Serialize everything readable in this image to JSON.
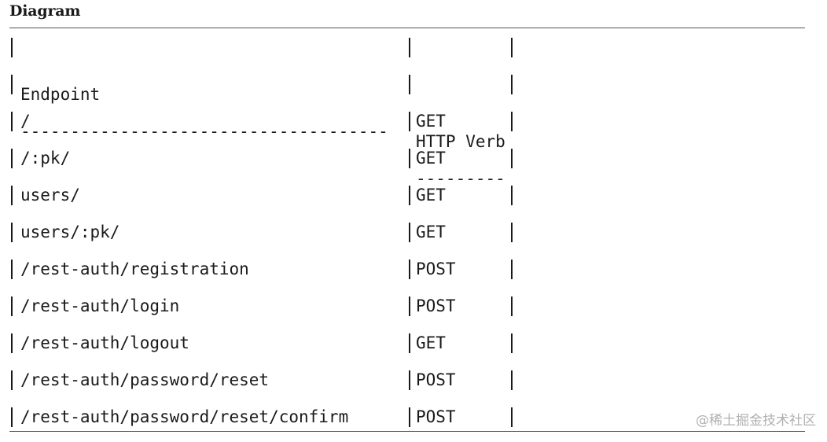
{
  "header": {
    "title": "Diagram"
  },
  "table": {
    "header_row": {
      "endpoint": "Endpoint",
      "verb": "HTTP Verb"
    },
    "separator_row": {
      "endpoint": "-------------------------------------",
      "verb": "---------"
    },
    "rows": [
      {
        "endpoint": "/",
        "verb": "GET"
      },
      {
        "endpoint": "/:pk/",
        "verb": "GET"
      },
      {
        "endpoint": "users/",
        "verb": "GET"
      },
      {
        "endpoint": "users/:pk/",
        "verb": "GET"
      },
      {
        "endpoint": "/rest-auth/registration",
        "verb": "POST"
      },
      {
        "endpoint": "/rest-auth/login",
        "verb": "POST"
      },
      {
        "endpoint": "/rest-auth/logout",
        "verb": "GET"
      },
      {
        "endpoint": "/rest-auth/password/reset",
        "verb": "POST"
      },
      {
        "endpoint": "/rest-auth/password/reset/confirm",
        "verb": "POST"
      }
    ]
  },
  "watermark": "@稀土掘金技术社区"
}
